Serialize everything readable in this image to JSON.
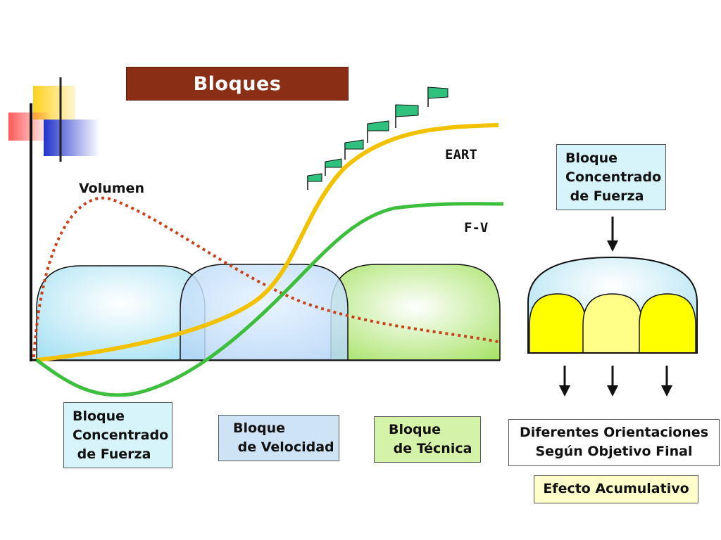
{
  "title": "Bloques Concentrados",
  "curves": {
    "volumen": "Volumen",
    "eart": "EART",
    "fv": "F-V"
  },
  "blocks": {
    "fuerza": "Bloque\nConcentrado\n de Fuerza",
    "velocidad": "Bloque\n de Velocidad",
    "tecnica": "Bloque\n de Técnica",
    "fuerza_right": "Bloque\nConcentrado\n de Fuerza"
  },
  "orientaciones": "Diferentes Orientaciones\nSegún Objetivo Final",
  "efecto": "Efecto Acumulativo",
  "colors": {
    "title_bg": "#8b2e16",
    "eart": "#f2c200",
    "fv": "#3dbf3d",
    "volumen": "#c8421b",
    "flag": "#2ec27e",
    "yellow": "#ffff00"
  },
  "icons": [
    "flag-icon",
    "down-arrow-icon",
    "decorative-squares-icon"
  ]
}
